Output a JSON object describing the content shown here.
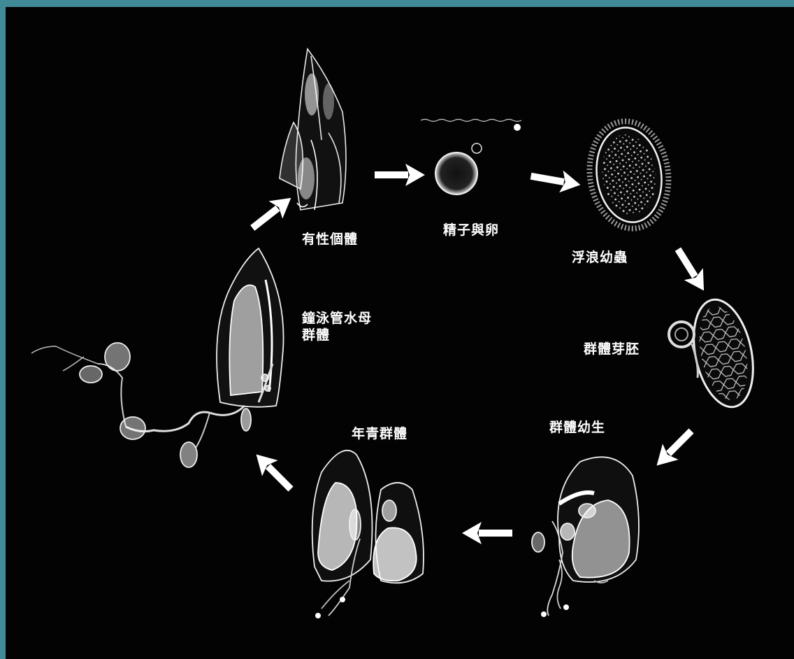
{
  "colors": {
    "frame": "#3f8a96",
    "background": "#030303",
    "drawing": "#ffffff"
  },
  "stages": [
    {
      "id": "sexual-individual",
      "label": "有性個體"
    },
    {
      "id": "sperm-egg",
      "label": "精子與卵"
    },
    {
      "id": "planula",
      "label": "浮浪幼蟲"
    },
    {
      "id": "colony-bud",
      "label": "群體芽胚"
    },
    {
      "id": "colony-young",
      "label": "群體幼生"
    },
    {
      "id": "young-colony",
      "label": "年青群體"
    },
    {
      "id": "siphonophore-colony",
      "label_line1": "鐘泳管水母",
      "label_line2": "群體"
    }
  ],
  "arrow_icon": "white-arrow-icon"
}
